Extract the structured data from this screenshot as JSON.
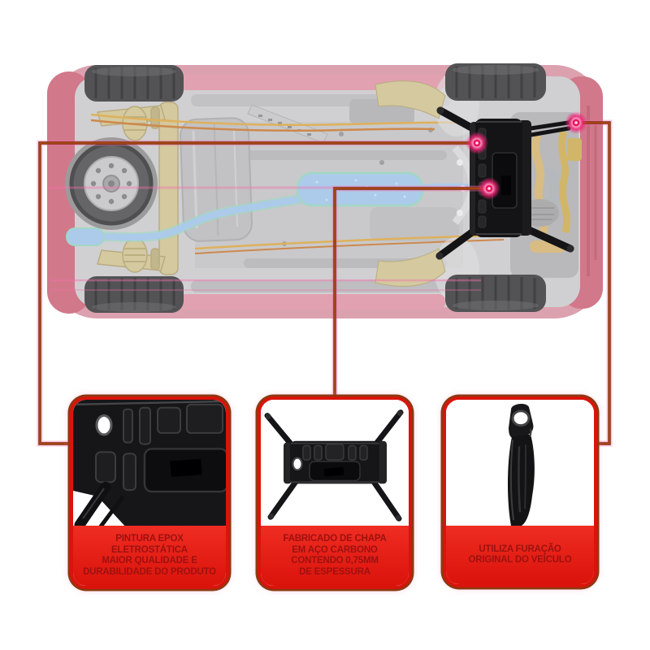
{
  "colors": {
    "accent_red": "#e7231b",
    "label_text_red": "#9d1110",
    "card_border_red": "#d8140c",
    "card_outer_ring": "#8a3a10",
    "callout_line": "#7e2609",
    "callout_glow_magenta": "#f02476",
    "exhaust_blue": "#9cc2e6",
    "suspension_tan": "#ccbf8d",
    "car_body_pink": "#d68fa0"
  },
  "illustration": {
    "name": "car-underbody-bottom-view-with-skid-plate",
    "highlight_part": "skid-plate"
  },
  "callouts": [
    {
      "id": "paint",
      "image": "skid-plate-paint-closeup",
      "label": "PINTURA EPOX\nELETROSTÁTICA\nMAIOR QUALIDADE E\nDURABILIDADE DO PRODUTO"
    },
    {
      "id": "material",
      "image": "skid-plate-full-view",
      "label": "FABRICADO DE CHAPA\nEM AÇO CARBONO\nCONTENDO 0,75MM\nDE ESPESSURA"
    },
    {
      "id": "mounting",
      "image": "mounting-leg-detail",
      "label": "UTILIZA FURAÇÃO\nORIGINAL DO VEÍCULO"
    }
  ]
}
